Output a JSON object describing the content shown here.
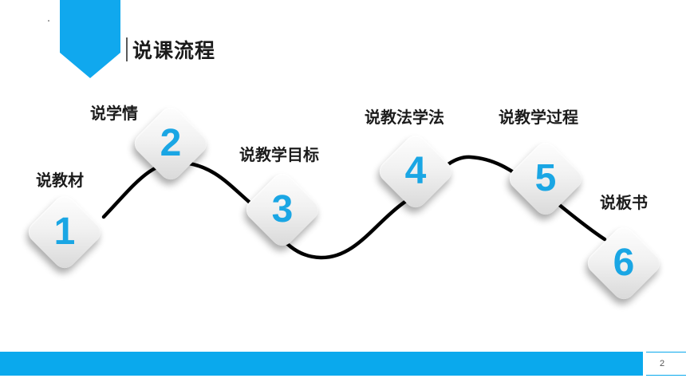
{
  "header": {
    "title": "说课流程"
  },
  "steps": [
    {
      "number": "1",
      "label": "说教材"
    },
    {
      "number": "2",
      "label": "说学情"
    },
    {
      "number": "3",
      "label": "说教学目标"
    },
    {
      "number": "4",
      "label": "说教法学法"
    },
    {
      "number": "5",
      "label": "说教学过程"
    },
    {
      "number": "6",
      "label": "说板书"
    }
  ],
  "footer": {
    "page_number": "2"
  },
  "colors": {
    "accent": "#0aa9ed",
    "number": "#1aa6e4",
    "curve": "#000000"
  }
}
